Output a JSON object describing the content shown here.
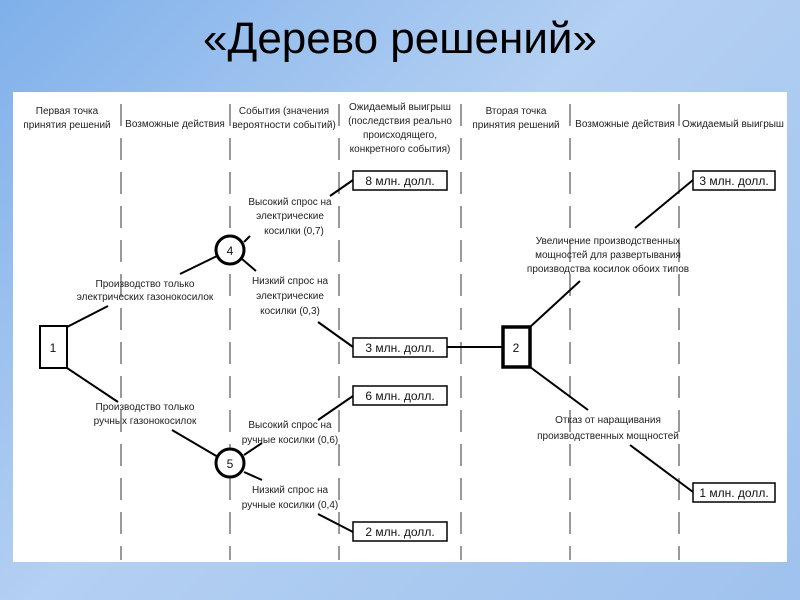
{
  "title": "«Дерево решений»",
  "headers": [
    [
      "Первая точка",
      "принятия решений"
    ],
    [
      "Возможные действия"
    ],
    [
      "События (значения",
      "вероятности событий)"
    ],
    [
      "Ожидаемый выигрыш",
      "(последствия реально",
      "происходящего,",
      "конкретного события)"
    ],
    [
      "Вторая точка",
      "принятия решений"
    ],
    [
      "Возможные действия"
    ],
    [
      "Ожидаемый выигрыш"
    ]
  ],
  "nodes": {
    "decision1": "1",
    "decision2": "2",
    "chance4": "4",
    "chance5": "5"
  },
  "actions": {
    "electric": [
      "Производство только",
      "электрических газонокосилок"
    ],
    "manual": [
      "Производство только",
      "ручных газонокосилок"
    ],
    "expand": [
      "Увеличение производственных",
      "мощностей для развертывания",
      "производства косилок обоих типов"
    ],
    "refuse": [
      "Отказ от наращивания",
      "производственных мощностей"
    ]
  },
  "events": {
    "high_electric": [
      "Высокий спрос на",
      "электрические",
      "косилки (0,7)"
    ],
    "low_electric": [
      "Низкий спрос на",
      "электрические",
      "косилки (0,3)"
    ],
    "high_manual": [
      "Высокий спрос на",
      "ручные косилки (0,6)"
    ],
    "low_manual": [
      "Низкий спрос на",
      "ручные косилки (0,4)"
    ]
  },
  "payoffs": {
    "p8": "8 млн. долл.",
    "p3": "3 млн. долл.",
    "p6": "6 млн. долл.",
    "p2": "2 млн. долл.",
    "p3b": "3 млн. долл.",
    "p1": "1 млн. долл."
  }
}
